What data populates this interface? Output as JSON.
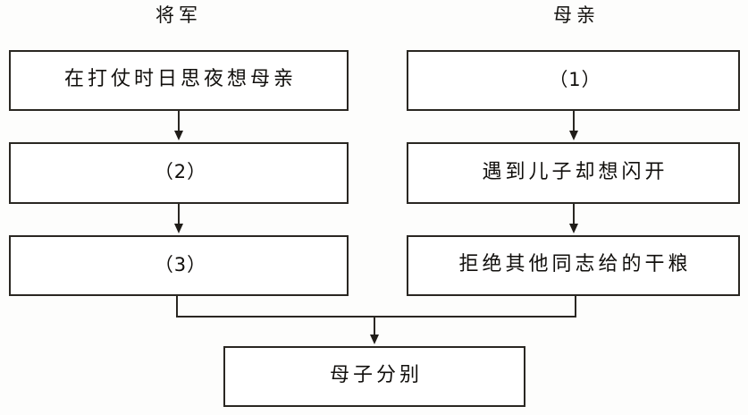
{
  "diagram": {
    "type": "flowchart",
    "title": "",
    "columns": [
      {
        "id": "general",
        "header": "将军"
      },
      {
        "id": "mother",
        "header": "母亲"
      }
    ],
    "nodes": {
      "general_1": "在打仗时日思夜想母亲",
      "general_2": "（2）",
      "general_3": "（3）",
      "mother_1": "（1）",
      "mother_2": "遇到儿子却想闪开",
      "mother_3": "拒绝其他同志给的干粮",
      "outcome": "母子分别"
    },
    "colors": {
      "stroke": "#2a2722",
      "text": "#110f0c",
      "background": "#fdfdfc"
    }
  }
}
